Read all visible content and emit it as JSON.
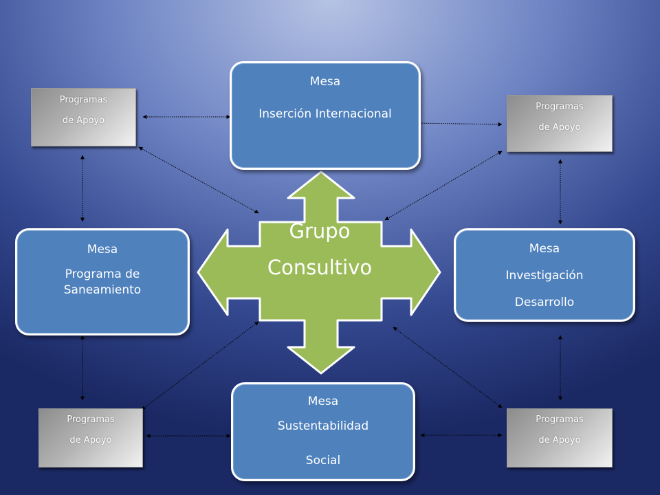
{
  "center": {
    "line1": "Grupo",
    "line2": "Consultivo",
    "fill": "#9bbb59",
    "stroke": "#ffffff"
  },
  "mesas": {
    "top": {
      "title": "Mesa",
      "line1": "Inserción Internacional"
    },
    "left": {
      "title": "Mesa",
      "line1": "Programa de",
      "line2": "Saneamiento"
    },
    "right": {
      "title": "Mesa",
      "line1": "Investigación",
      "line2": "Desarrollo"
    },
    "bottom": {
      "title": "Mesa",
      "line1": "Sustentabilidad",
      "line2": "Social"
    }
  },
  "programas": {
    "top_left": {
      "line1": "Programas",
      "line2": "de Apoyo"
    },
    "top_right": {
      "line1": "Programas",
      "line2": "de Apoyo"
    },
    "bottom_left": {
      "line1": "Programas",
      "line2": "de Apoyo"
    },
    "bottom_right": {
      "line1": "Programas",
      "line2": "de Apoyo"
    }
  },
  "colors": {
    "mesa_fill": "#4f81bd",
    "connector": "#000000"
  }
}
